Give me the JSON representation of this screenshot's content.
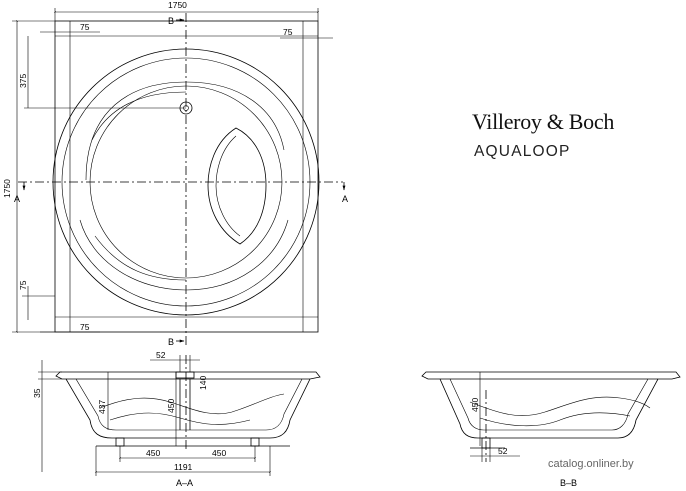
{
  "brand": {
    "name": "Villeroy & Boch",
    "model": "AQUALOOP"
  },
  "plan_view": {
    "dims": {
      "width_top": "1750",
      "height_left": "1750",
      "offset_tl": "75",
      "offset_tr": "75",
      "offset_bl": "75",
      "offset_lb": "75",
      "drain_offset": "375"
    },
    "section_marks": {
      "a_left": "A",
      "a_right": "A",
      "b_top": "B",
      "b_bottom": "B"
    }
  },
  "section_aa": {
    "label": "A–A",
    "dims": {
      "rim": "35",
      "inner_depth": "437",
      "total_depth": "450",
      "drain_w": "52",
      "drain_h": "140",
      "foot_left": "450",
      "foot_right": "450",
      "base": "1191"
    }
  },
  "section_bb": {
    "label": "B–B",
    "dims": {
      "depth": "450",
      "drain_w": "52"
    }
  },
  "watermark": "catalog.onliner.by"
}
